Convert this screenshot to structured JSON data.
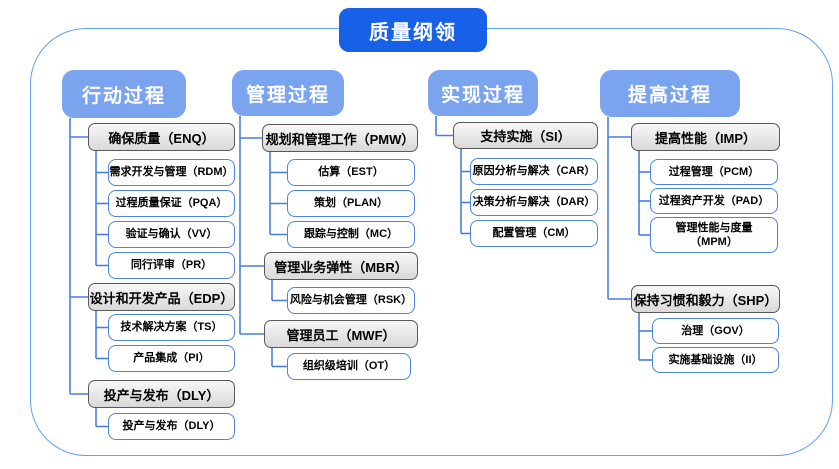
{
  "title": "质量纲领",
  "columns": [
    {
      "header": "行动过程",
      "groups": [
        {
          "label": "确保质量（ENQ）",
          "children": [
            "需求开发与管理（RDM）",
            "过程质量保证（PQA）",
            "验证与确认（VV）",
            "同行评审（PR）"
          ]
        },
        {
          "label": "设计和开发产品（EDP）",
          "children": [
            "技术解决方案（TS）",
            "产品集成（PI）"
          ]
        },
        {
          "label": "投产与发布（DLY）",
          "children": [
            "投产与发布（DLY）"
          ]
        }
      ]
    },
    {
      "header": "管理过程",
      "groups": [
        {
          "label": "规划和管理工作（PMW）",
          "children": [
            "估算（EST）",
            "策划（PLAN）",
            "跟踪与控制（MC）"
          ]
        },
        {
          "label": "管理业务弹性（MBR）",
          "children": [
            "风险与机会管理（RSK）"
          ]
        },
        {
          "label": "管理员工（MWF）",
          "children": [
            "组织级培训（OT）"
          ]
        }
      ]
    },
    {
      "header": "实现过程",
      "groups": [
        {
          "label": "支持实施（SI）",
          "children": [
            "原因分析与解决（CAR）",
            "决策分析与解决（DAR）",
            "配置管理（CM）"
          ]
        }
      ]
    },
    {
      "header": "提高过程",
      "groups": [
        {
          "label": "提高性能（IMP）",
          "children": [
            "过程管理（PCM）",
            "过程资产开发（PAD）",
            "管理性能与度量\n（MPM）"
          ]
        },
        {
          "label": "保持习惯和毅力（SHP）",
          "children": [
            "治理（GOV）",
            "实施基础设施（II）"
          ]
        }
      ]
    }
  ],
  "colors": {
    "title_bg": "#1760E8",
    "header_bg": "#7BA4EF",
    "connector": "#4B7FD9",
    "child_border": "#4B85E0",
    "group_border": "#595959",
    "group_bg": "#E8E8E8",
    "frame_border": "#64A0F5"
  }
}
